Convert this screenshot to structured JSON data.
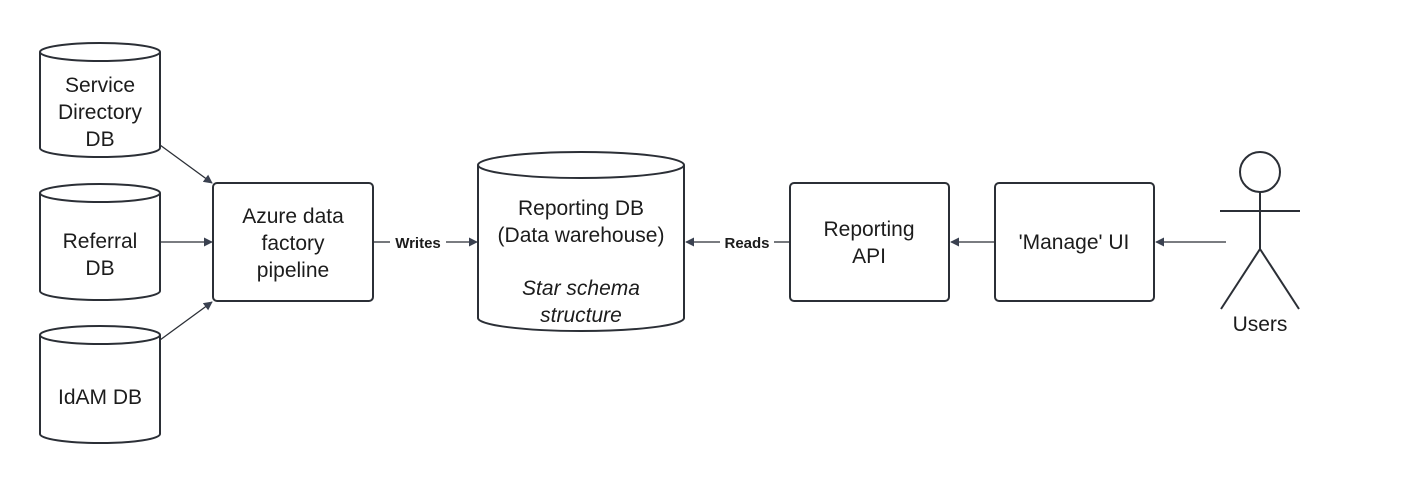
{
  "sources": {
    "service_directory_db": [
      "Service",
      "Directory",
      "DB"
    ],
    "referral_db": [
      "Referral",
      "DB"
    ],
    "idam_db": [
      "IdAM DB"
    ]
  },
  "pipeline": [
    "Azure data",
    "factory",
    "pipeline"
  ],
  "warehouse": {
    "title": [
      "Reporting DB",
      "(Data warehouse)"
    ],
    "subtitle": [
      "Star schema",
      "structure"
    ]
  },
  "reporting_api": [
    "Reporting",
    "API"
  ],
  "manage_ui": [
    "'Manage' UI"
  ],
  "actor": {
    "label": "Users"
  },
  "edges": {
    "writes": "Writes",
    "reads": "Reads"
  },
  "colors": {
    "stroke": "#2b2f36",
    "arrow": "#3a4150",
    "text": "#1c1c1c",
    "background": "#ffffff"
  }
}
